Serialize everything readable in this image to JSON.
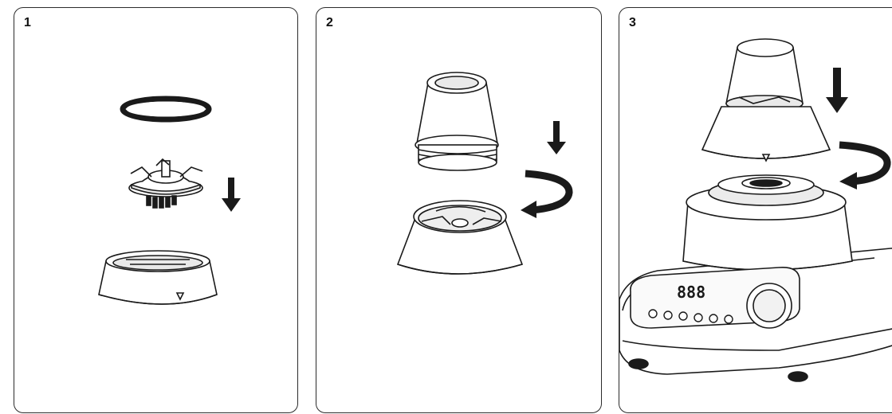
{
  "steps": [
    {
      "number": "1"
    },
    {
      "number": "2"
    },
    {
      "number": "3"
    }
  ],
  "display": {
    "readout": "888"
  },
  "colors": {
    "line": "#1a1a1a",
    "arrow": "#1a1a1a",
    "fill": "#ffffff",
    "shade": "#e9e9e9"
  }
}
